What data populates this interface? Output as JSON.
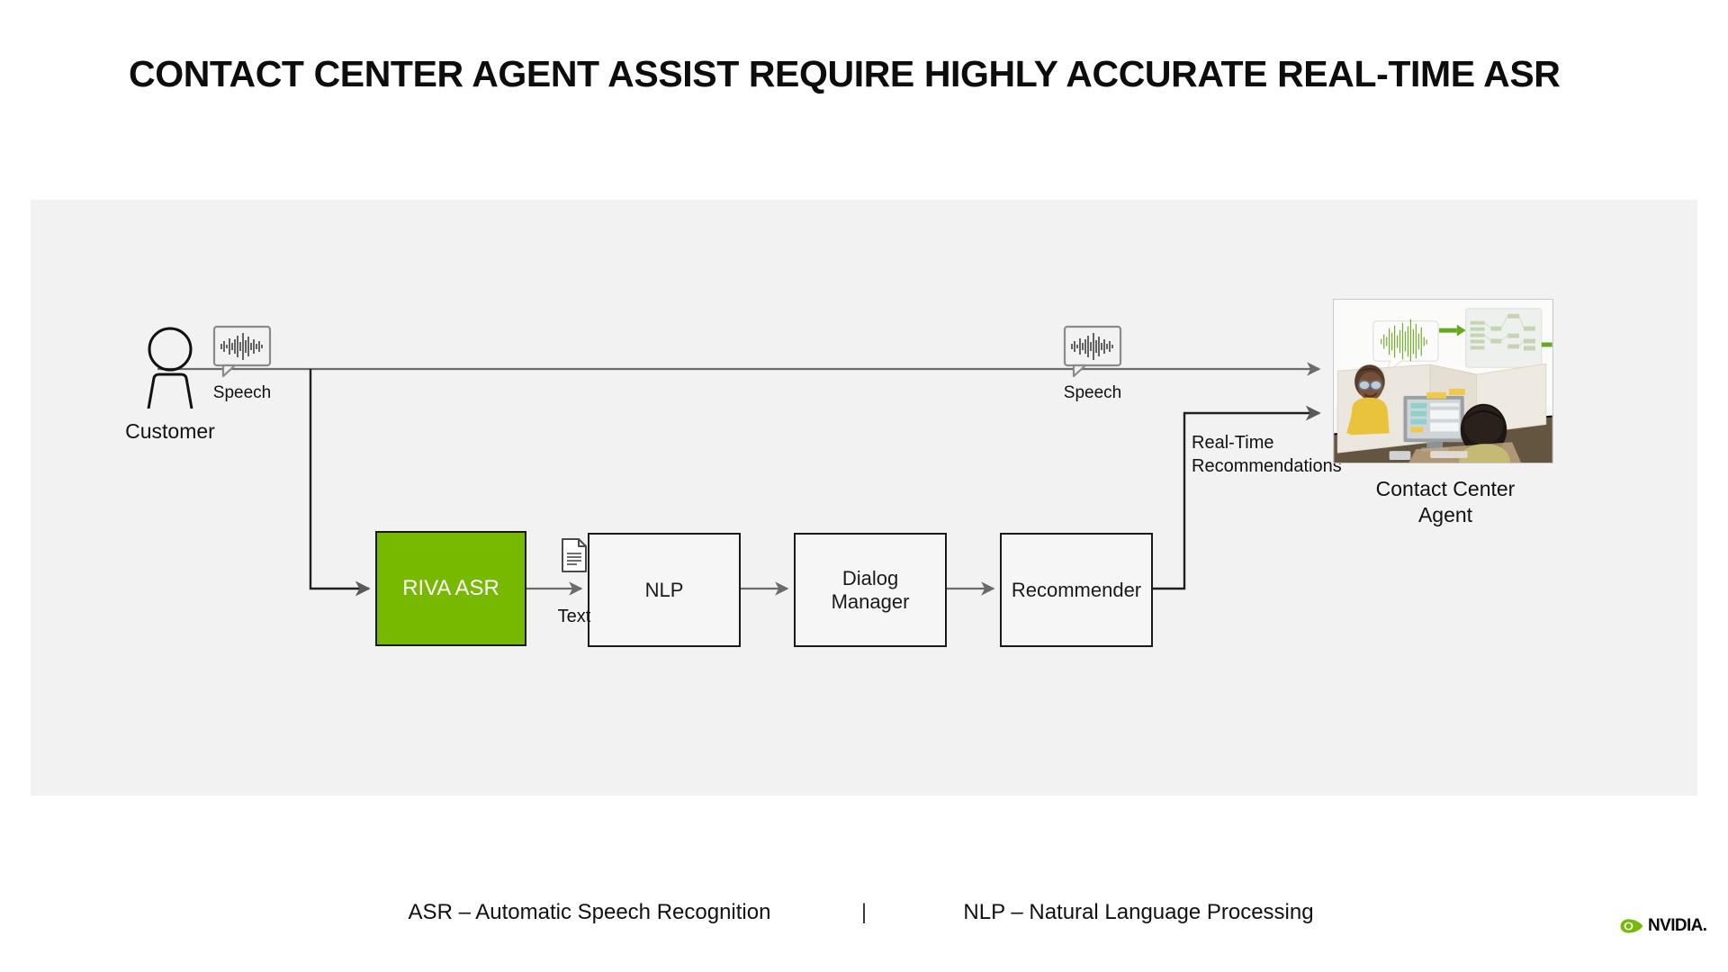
{
  "slide": {
    "title": "CONTACT CENTER AGENT ASSIST REQUIRE HIGHLY ACCURATE REAL-TIME ASR",
    "panel_bg": "#f2f2f2",
    "accent_color": "#76b900"
  },
  "diagram": {
    "type": "flow",
    "customer": {
      "label": "Customer",
      "icon": "person-icon"
    },
    "speech_inputs": [
      {
        "id": "speech-left",
        "label": "Speech",
        "icon": "speech-waveform-icon"
      },
      {
        "id": "speech-right",
        "label": "Speech",
        "icon": "speech-waveform-icon"
      }
    ],
    "pipeline": [
      {
        "id": "riva-asr",
        "label": "RIVA ASR",
        "fill": "#76b900",
        "text_color": "#ffffff"
      },
      {
        "id": "nlp",
        "label": "NLP",
        "fill": "#f6f6f6",
        "text_color": "#1a1a1a"
      },
      {
        "id": "dialog",
        "label": "Dialog\nManager",
        "fill": "#f6f6f6",
        "text_color": "#1a1a1a"
      },
      {
        "id": "recommender",
        "label": "Recommender",
        "fill": "#f6f6f6",
        "text_color": "#1a1a1a"
      }
    ],
    "edge_labels": {
      "text": "Text",
      "text_icon": "document-icon",
      "real_time_recommendations": "Real-Time\nRecommendations"
    },
    "agent": {
      "label": "Contact Center\nAgent",
      "image_alt": "contact-center-agent-illustration"
    }
  },
  "footer": {
    "asr_definition": "ASR – Automatic Speech Recognition",
    "separator": "|",
    "nlp_definition": "NLP – Natural Language Processing",
    "brand": "NVIDIA."
  }
}
